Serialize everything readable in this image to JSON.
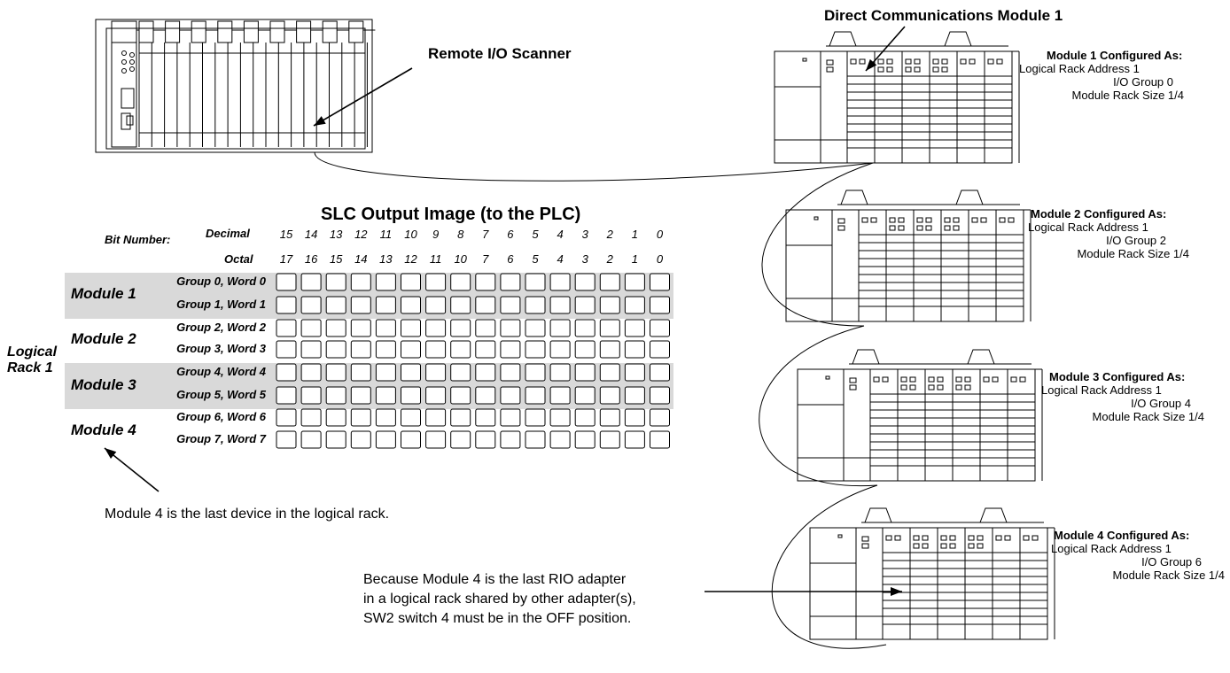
{
  "labels": {
    "remote_io_scanner": "Remote I/O Scanner",
    "direct_comm_module": "Direct Communications Module 1",
    "table_title": "SLC Output Image (to the PLC)",
    "bit_number": "Bit Number:",
    "decimal": "Decimal",
    "octal": "Octal",
    "logical_rack_line1": "Logical",
    "logical_rack_line2": "Rack 1",
    "module4_note": "Module 4 is the last device in the logical rack.",
    "rio_note_line1": "Because Module 4 is the last RIO adapter",
    "rio_note_line2": "in a logical rack shared by other adapter(s),",
    "rio_note_line3": "SW2 switch 4 must be in the OFF position."
  },
  "bits": {
    "decimal": [
      "15",
      "14",
      "13",
      "12",
      "11",
      "10",
      "9",
      "8",
      "7",
      "6",
      "5",
      "4",
      "3",
      "2",
      "1",
      "0"
    ],
    "octal": [
      "17",
      "16",
      "15",
      "14",
      "13",
      "12",
      "11",
      "10",
      "7",
      "6",
      "5",
      "4",
      "3",
      "2",
      "1",
      "0"
    ]
  },
  "modules": [
    {
      "name": "Module 1",
      "shaded": true,
      "rows": [
        "Group 0, Word 0",
        "Group 1, Word 1"
      ]
    },
    {
      "name": "Module 2",
      "shaded": false,
      "rows": [
        "Group 2, Word 2",
        "Group 3, Word 3"
      ]
    },
    {
      "name": "Module 3",
      "shaded": true,
      "rows": [
        "Group 4, Word 4",
        "Group 5, Word 5"
      ]
    },
    {
      "name": "Module 4",
      "shaded": false,
      "rows": [
        "Group 6, Word 6",
        "Group 7, Word 7"
      ]
    }
  ],
  "configs": [
    {
      "title": "Module 1 Configured As:",
      "rack": "Logical Rack Address  1",
      "group": "I/O Group  0",
      "size": "Module Rack Size  1/4"
    },
    {
      "title": "Module 2 Configured As:",
      "rack": "Logical Rack Address  1",
      "group": "I/O Group  2",
      "size": "Module Rack Size  1/4"
    },
    {
      "title": "Module 3 Configured As:",
      "rack": "Logical Rack Address  1",
      "group": "I/O Group  4",
      "size": "Module Rack Size  1/4"
    },
    {
      "title": "Module 4 Configured As:",
      "rack": "Logical Rack Address  1",
      "group": "I/O Group  6",
      "size": "Module Rack Size  1/4"
    }
  ],
  "colors": {
    "shade": "#d9d9d9",
    "line": "#000000"
  }
}
